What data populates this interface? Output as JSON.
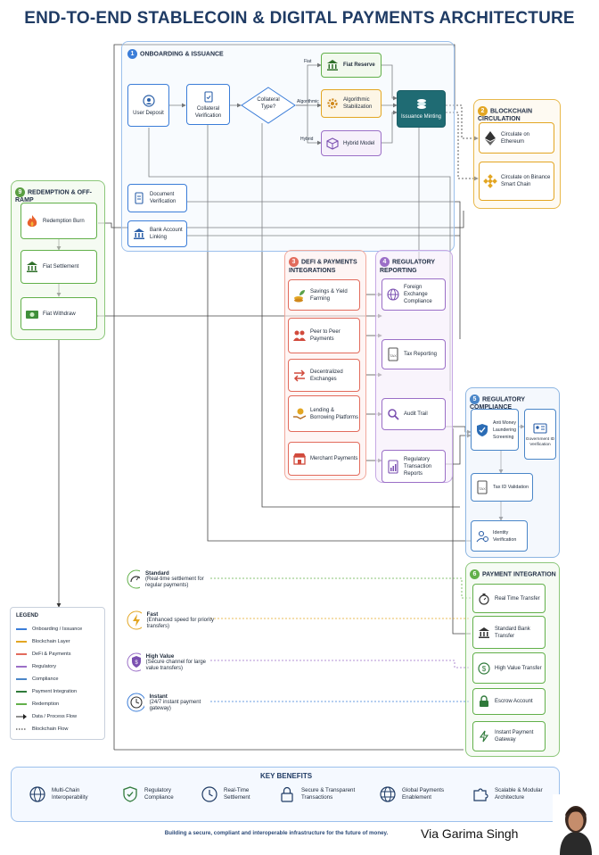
{
  "title": "END-TO-END STABLECOIN & DIGITAL PAYMENTS ARCHITECTURE",
  "sections": {
    "onboarding": {
      "num": "1",
      "title": "ONBOARDING & ISSUANCE",
      "color": "#3b7dd8"
    },
    "blockchain": {
      "num": "2",
      "title": "BLOCKCHAIN CIRCULATION",
      "color": "#e3a623"
    },
    "defi": {
      "num": "3",
      "title": "DEFI & PAYMENTS INTEGRATIONS",
      "color": "#e26b5c"
    },
    "regulatory": {
      "num": "4",
      "title": "REGULATORY REPORTING",
      "color": "#9b6fc7"
    },
    "compliance": {
      "num": "5",
      "title": "REGULATORY COMPLIANCE",
      "color": "#4a86c8"
    },
    "payment": {
      "num": "6",
      "title": "PAYMENT INTEGRATION",
      "color": "#62b04a"
    },
    "redemption": {
      "num": "9",
      "title": "REDEMPTION & OFF-RAMP",
      "color": "#5a9e42"
    }
  },
  "onboarding": {
    "user_deposit": "User Deposit",
    "collateral_verification": "Collateral Verification",
    "collateral_type": "Collateral Type?",
    "fiat_reserve": "Fiat Reserve",
    "algorithmic_stabilization": "Algorithmic Stabilization",
    "hybrid_model": "Hybrid Model",
    "issuance_minting": "Issuance Minting",
    "document_verification": "Document Verification",
    "bank_account_linking": "Bank Account Linking",
    "edge_fiat": "Fiat",
    "edge_algorithmic": "Algorithmic",
    "edge_hybrid": "Hybrid"
  },
  "blockchain": {
    "ethereum": "Circulate on Ethereum",
    "binance": "Circulate on Binance Smart Chain"
  },
  "redemption": {
    "burn": "Redemption Burn",
    "fiat_settlement": "Fiat Settlement",
    "fiat_withdraw": "Fiat Withdraw"
  },
  "defi": {
    "savings": "Savings & Yield Farming",
    "p2p": "Peer to Peer Payments",
    "dex": "Decentralized Exchanges",
    "lending": "Lending & Borrowing Platforms",
    "merchant": "Merchant Payments"
  },
  "regulatory": {
    "fx": "Foreign Exchange Compliance",
    "tax": "Tax Reporting",
    "audit": "Audit Trail",
    "reports": "Regulatory Transaction Reports"
  },
  "compliance": {
    "aml": "Anti Money Laundering Screening",
    "gov_id": "Government ID Verification",
    "tax_id": "Tax ID Validation",
    "identity": "Identity Verification"
  },
  "payment": {
    "realtime": "Real Time Transfer",
    "standard_bank": "Standard Bank Transfer",
    "high_value": "High Value Transfer",
    "escrow": "Escrow Account",
    "instant_gateway": "Instant Payment Gateway"
  },
  "speeds": [
    {
      "name": "Standard",
      "desc": "(Real-time settlement for regular payments)",
      "color": "#62b04a"
    },
    {
      "name": "Fast",
      "desc": "(Enhanced speed for priority transfers)",
      "color": "#e3a623"
    },
    {
      "name": "High Value",
      "desc": "(Secure channel for large value transfers)",
      "color": "#9b6fc7"
    },
    {
      "name": "Instant",
      "desc": "(24/7 instant payment gateway)",
      "color": "#3b7dd8"
    }
  ],
  "legend": {
    "title": "LEGEND",
    "items": [
      {
        "label": "Onboarding / Issuance",
        "color": "#3b7dd8",
        "style": "solid"
      },
      {
        "label": "Blockchain Layer",
        "color": "#e3a623",
        "style": "solid"
      },
      {
        "label": "DeFi & Payments",
        "color": "#e26b5c",
        "style": "solid"
      },
      {
        "label": "Regulatory",
        "color": "#9b6fc7",
        "style": "solid"
      },
      {
        "label": "Compliance",
        "color": "#4a86c8",
        "style": "solid"
      },
      {
        "label": "Payment Integration",
        "color": "#2f7a3a",
        "style": "solid"
      },
      {
        "label": "Redemption",
        "color": "#62b04a",
        "style": "solid"
      },
      {
        "label": "Data / Process Flow",
        "color": "#222222",
        "style": "arrow"
      },
      {
        "label": "Blockchain Flow",
        "color": "#222222",
        "style": "dotted"
      }
    ]
  },
  "benefits": {
    "title": "KEY BENEFITS",
    "items": [
      "Multi-Chain Interoperability",
      "Regulatory Compliance",
      "Real-Time Settlement",
      "Secure & Transparent Transactions",
      "Global Payments Enablement",
      "Scalable & Modular Architecture"
    ],
    "tagline": "Building a secure, compliant and interoperable infrastructure for the future of money."
  },
  "credit": "Via Garima Singh"
}
